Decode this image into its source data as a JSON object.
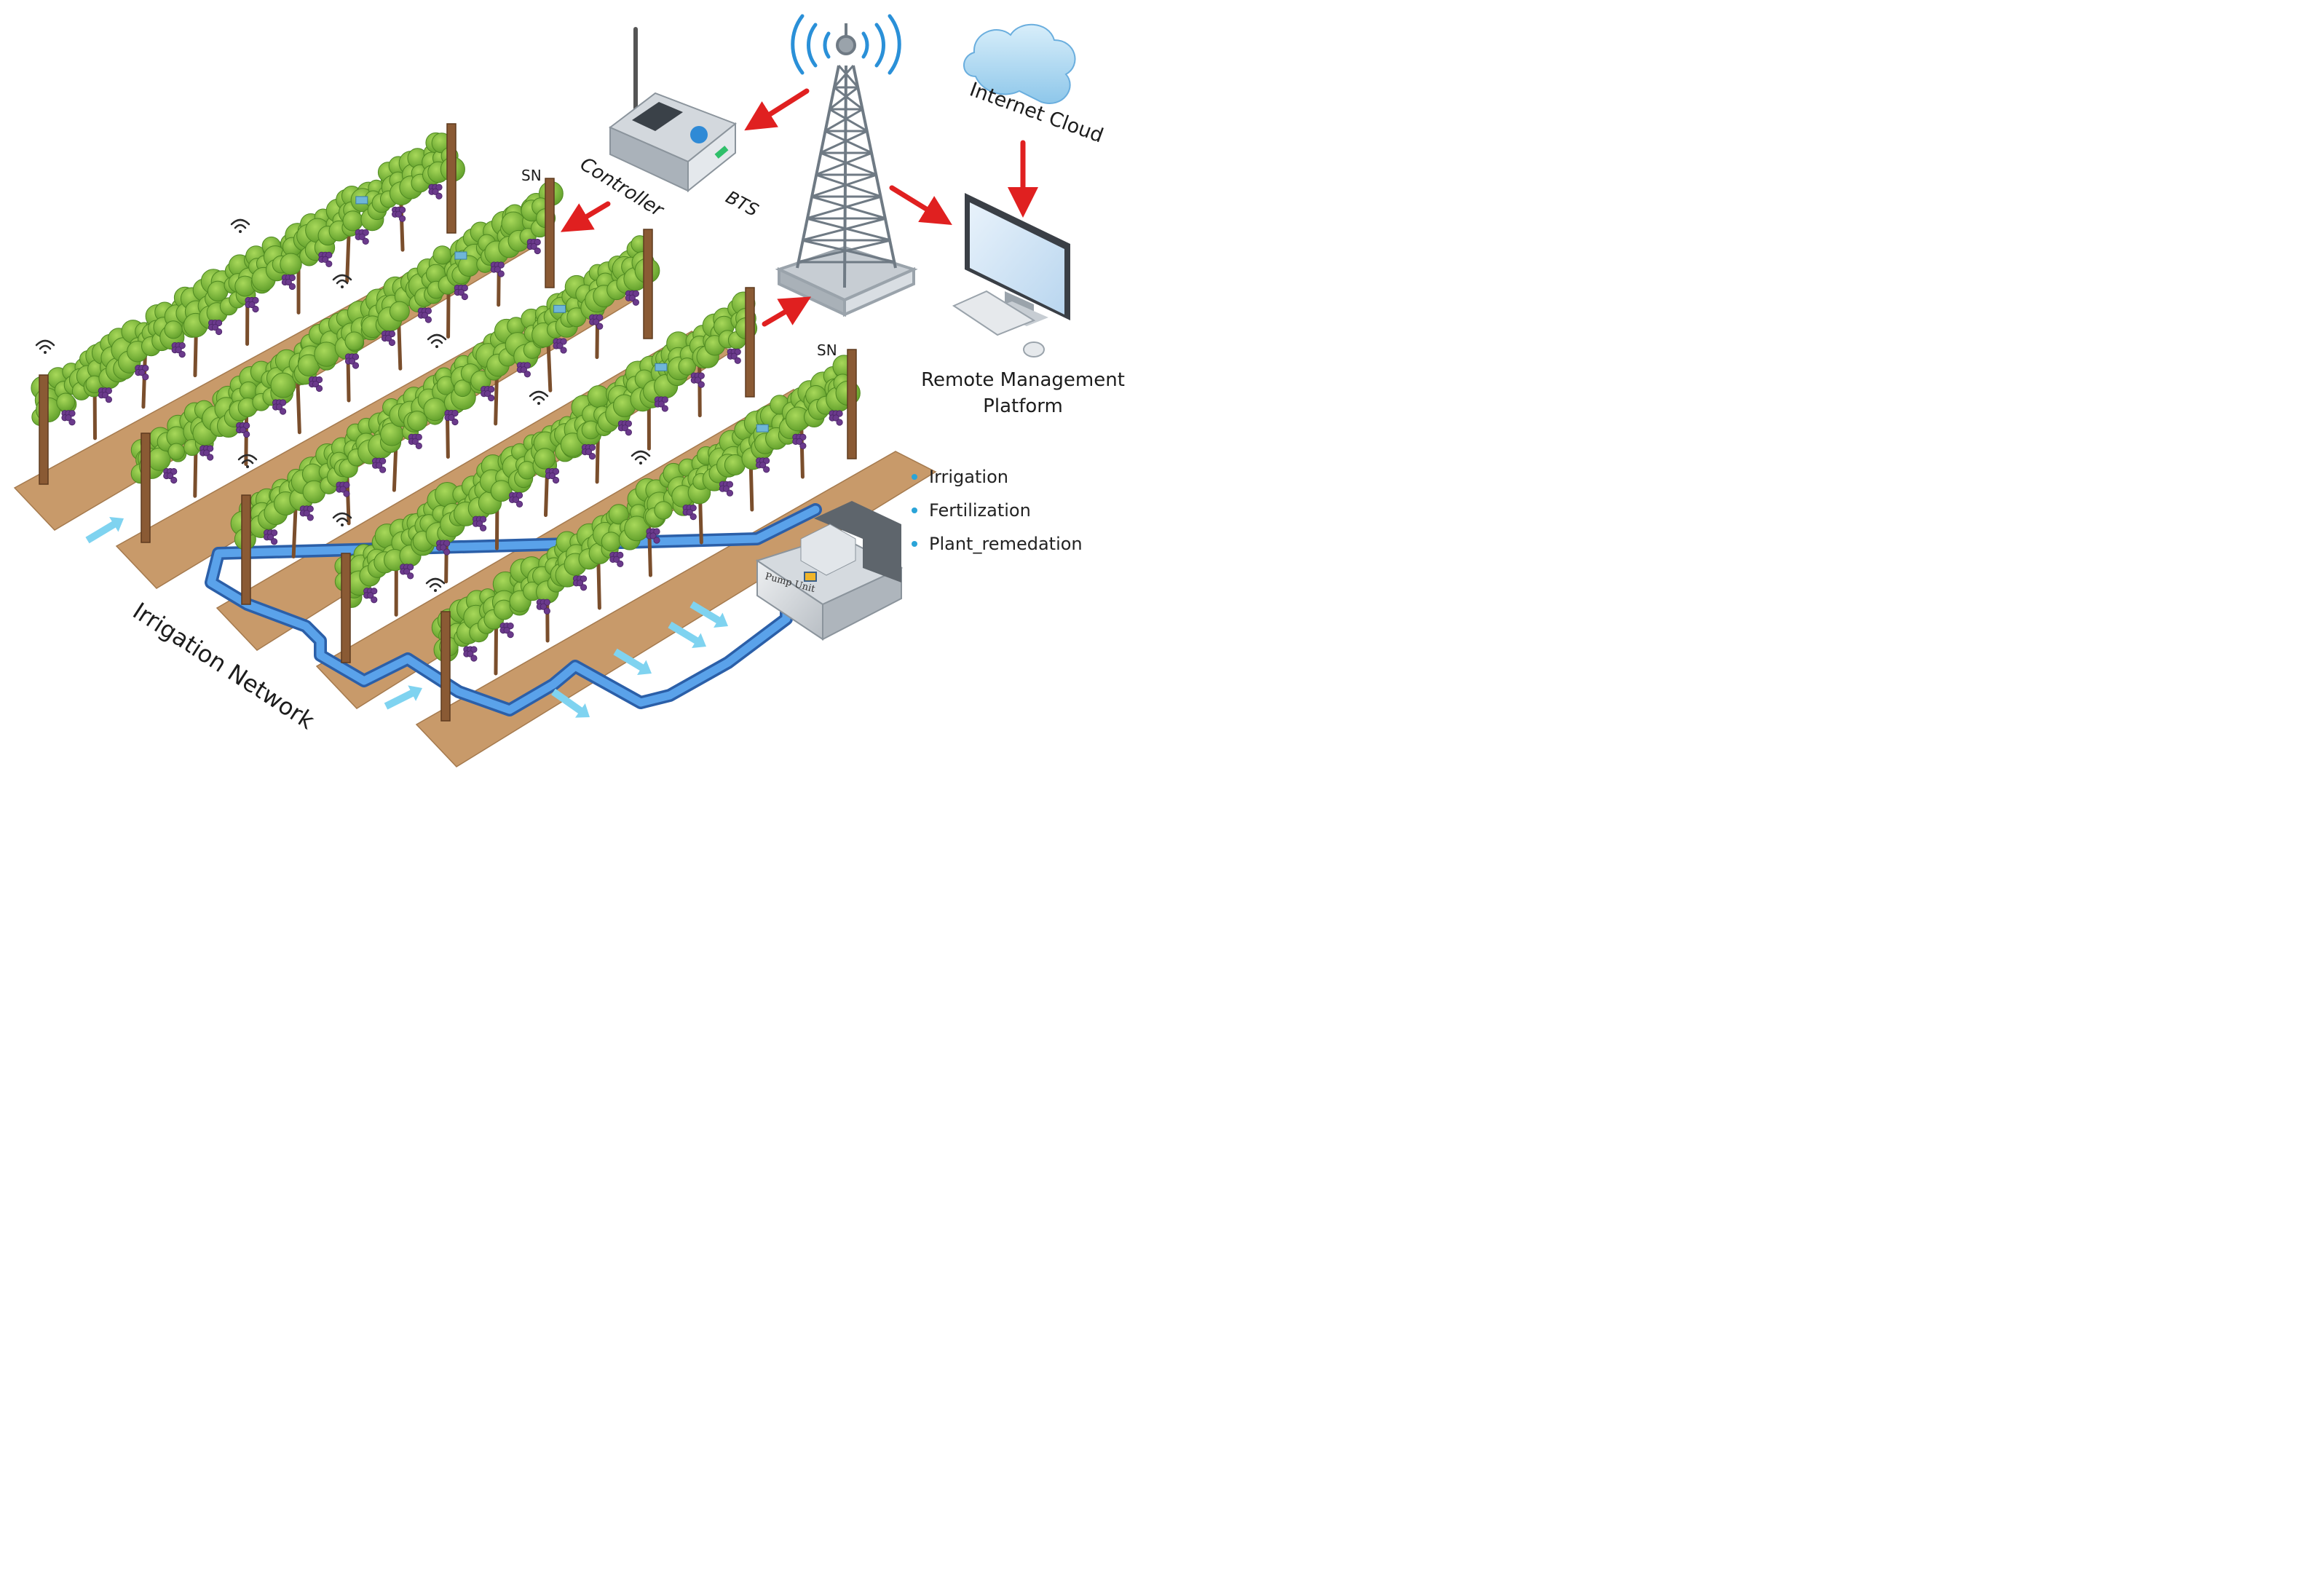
{
  "labels": {
    "internet_cloud": "Internet Cloud",
    "bts": "BTS",
    "controller": "Controller",
    "sn_top": "SN",
    "sn_right": "SN",
    "remote_platform_line1": "Remote Management",
    "remote_platform_line2": "Platform",
    "irrigation_network": "Irrigation Network",
    "pump_unit": "Pump Unit"
  },
  "legend": [
    {
      "label": "Irrigation"
    },
    {
      "label": "Fertilization"
    },
    {
      "label": "Plant_remedation"
    }
  ],
  "colors": {
    "arrow": "#e02020",
    "pipe": "#3c7fd6",
    "flow_arrow": "#7fd3f0",
    "leaf": "#7cbf3a",
    "grape": "#6b3a8c",
    "soil": "#c89a6a",
    "post": "#8a5a34",
    "wifi": "#2a2a2a",
    "bullet": "#2aa4d8"
  },
  "icons": [
    "cloud-icon",
    "tower-icon",
    "controller-icon",
    "monitor-icon",
    "keyboard-icon",
    "mouse-icon",
    "wifi-icon",
    "pump-unit-icon",
    "sensor-icon"
  ]
}
